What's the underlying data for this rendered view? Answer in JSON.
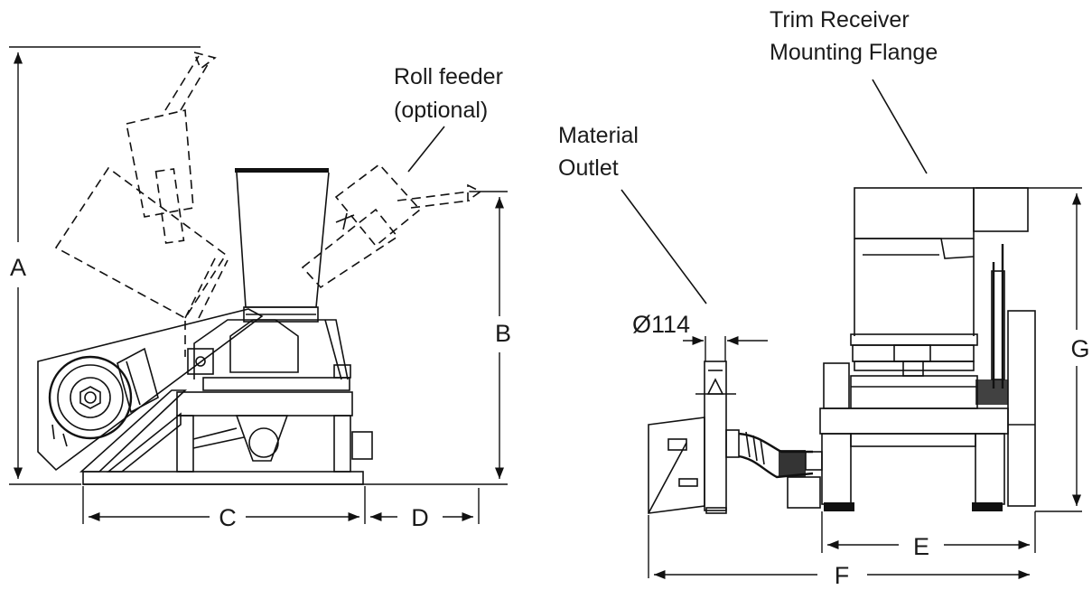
{
  "callouts": {
    "roll_feeder": [
      "Roll feeder",
      "(optional)"
    ],
    "material_outlet": [
      "Material",
      "Outlet"
    ],
    "trim_receiver": [
      "Trim Receiver",
      "Mounting Flange"
    ]
  },
  "dimensions": {
    "A": "A",
    "B": "B",
    "C": "C",
    "D": "D",
    "E": "E",
    "F": "F",
    "G": "G",
    "diameter": "Ø114"
  }
}
